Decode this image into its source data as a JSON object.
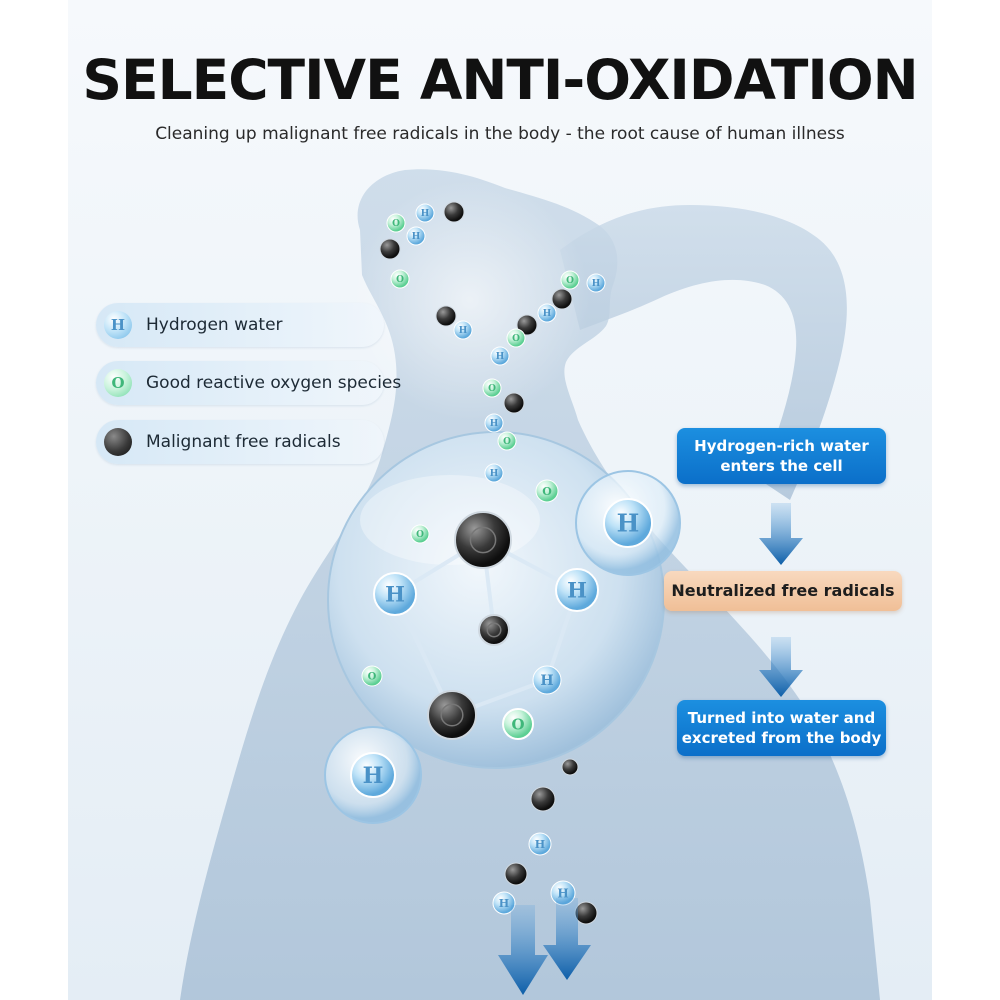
{
  "title": "SELECTIVE ANTI-OXIDATION",
  "subtitle": "Cleaning up malignant free radicals in the body - the root cause of human illness",
  "legend": [
    {
      "symbol": "H",
      "label": "Hydrogen water",
      "kind": "hydrogen"
    },
    {
      "symbol": "O",
      "label": "Good reactive oxygen species",
      "kind": "oxygen"
    },
    {
      "symbol": "",
      "label": "Malignant free radicals",
      "kind": "radical"
    }
  ],
  "flow": {
    "step1": {
      "line1": "Hydrogen-rich water",
      "line2": "enters the cell"
    },
    "step2": "Neutralized free radicals",
    "step3": {
      "line1": "Turned into water and",
      "line2": "excreted from the body"
    }
  },
  "colors": {
    "hydrogen": "#6fb8e6",
    "oxygen": "#6fd8a2",
    "radical": "#2a2a2a",
    "step_blue": "#0b6fc9",
    "step_orange": "#f0bf97",
    "arrow": "#0f5fa8"
  },
  "icons": [
    "hydrogen-molecule-icon",
    "oxygen-molecule-icon",
    "free-radical-icon",
    "down-arrow-icon"
  ]
}
